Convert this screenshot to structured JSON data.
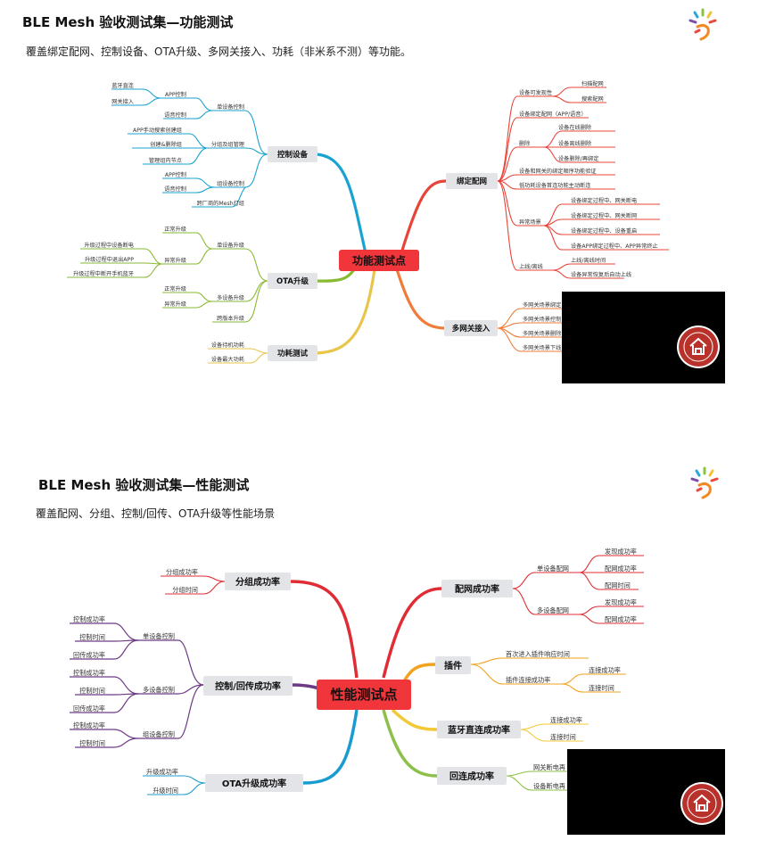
{
  "slides": [
    {
      "title": "BLE Mesh 验收测试集—功能测试",
      "subtitle": "覆盖绑定配网、控制设备、OTA升级、多网关接入、功耗（非米系不测）等功能。",
      "center": "功能测试点",
      "branches": {
        "control": {
          "title": "控制设备",
          "single": "单设备控制",
          "app": "APP控制",
          "bt_direct": "蓝牙直连",
          "gw_access": "网关接入",
          "voice": "语音控制",
          "group_mgmt": "分组及组管理",
          "app_manual": "APP手动搜索创建组",
          "create_delete": "创建&删除组",
          "manage_nodes": "管理组内节点",
          "group_ctrl": "组设备控制",
          "group_app": "APP控制",
          "group_voice": "语音控制",
          "cross_vendor": "跨厂商的Mesh灯组"
        },
        "ota": {
          "title": "OTA升级",
          "single": "单设备升级",
          "normal": "正常升级",
          "abnormal": "异常升级",
          "ab1": "升级过程中设备断电",
          "ab2": "升级过程中退出APP",
          "ab3": "升级过程中断开手机蓝牙",
          "multi": "多设备升级",
          "m_normal": "正常升级",
          "m_abnormal": "异常升级",
          "cross": "跨版本升级"
        },
        "power": {
          "title": "功耗测试",
          "standby": "设备待机功耗",
          "max": "设备最大功耗"
        },
        "bind": {
          "title": "绑定配网",
          "discover": "设备可发现性",
          "scan": "扫描配网",
          "search": "搜索配网",
          "bind": "设备绑定配网（APP/语音）",
          "delete": "删除",
          "del_online": "设备在线删除",
          "del_offline": "设备离线删除",
          "del_rebind": "设备删除/再绑定",
          "gw_order": "设备和网关的绑定顺序功能验证",
          "low_power": "低功耗设备首连功能主动断连",
          "abnormal": "异常场景",
          "ab1": "设备绑定过程中、网关断电",
          "ab2": "设备绑定过程中、网关断网",
          "ab3": "设备绑定过程中、设备重启",
          "ab4": "设备APP绑定过程中、APP异常终止",
          "onoff": "上线/离线",
          "onoff1": "上线/离线时间",
          "onoff2": "设备异常恢复后自动上线"
        },
        "multigw": {
          "title": "多网关接入",
          "items": [
            "多网关场景绑定",
            "多网关场景控制",
            "多网关场景删除",
            "多网关场景下线"
          ]
        }
      }
    },
    {
      "title": "BLE Mesh 验收测试集—性能测试",
      "subtitle": "覆盖配网、分组、控制/回传、OTA升级等性能场景",
      "center": "性能测试点",
      "branches": {
        "group": {
          "title": "分组成功率",
          "rate": "分组成功率",
          "time": "分组时间"
        },
        "control": {
          "title": "控制/回传成功率",
          "single": "单设备控制",
          "multi": "多设备控制",
          "group": "组设备控制",
          "ctrl_rate": "控制成功率",
          "ctrl_time": "控制时间",
          "ret_rate": "回传成功率"
        },
        "ota": {
          "title": "OTA升级成功率",
          "rate": "升级成功率",
          "time": "升级时间"
        },
        "net": {
          "title": "配网成功率",
          "single": "单设备配网",
          "multi": "多设备配网",
          "discover": "发现成功率",
          "net_rate": "配网成功率",
          "net_time": "配网时间"
        },
        "plugin": {
          "title": "插件",
          "first": "首次进入插件响应时间",
          "conn": "插件连接成功率",
          "conn_rate": "连接成功率",
          "conn_time": "连接时间"
        },
        "bt": {
          "title": "蓝牙直连成功率",
          "conn_rate": "连接成功率",
          "conn_time": "连接时间"
        },
        "reconn": {
          "title": "回连成功率",
          "gw_off": "网关断电再",
          "dev_off": "设备断电再"
        }
      }
    }
  ],
  "colors": {
    "center": "#f0353b",
    "control": "#1aa3d0",
    "bind": "#e8453a",
    "ota": "#8ab933",
    "power": "#e8c54b",
    "multigw": "#f07c3a",
    "perf_group": "#e02d35",
    "perf_control": "#6e3a84",
    "perf_ota": "#1a9bd0",
    "perf_plugin": "#f2a21c",
    "perf_bt": "#f2c836",
    "perf_reconn": "#8cc04a"
  },
  "icons": [
    "logo-icon",
    "seal-icon"
  ]
}
